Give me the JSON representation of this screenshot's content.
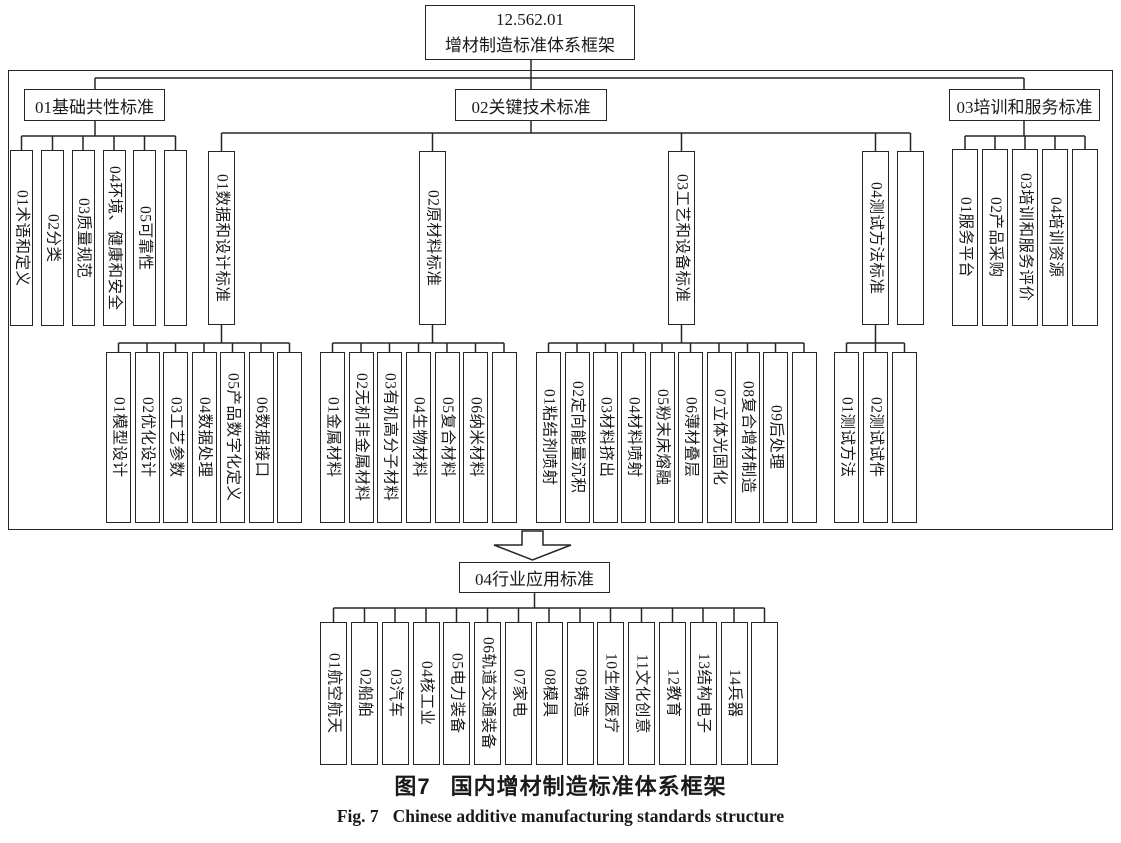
{
  "figure": {
    "root": {
      "code": "12.562.01",
      "title": "增材制造标准体系框架"
    },
    "branches": [
      {
        "label": "01基础共性标准",
        "children": [
          "01术语和定义",
          "02分类",
          "03质量规范",
          "04环境、健康和安全",
          "05可靠性",
          ""
        ]
      },
      {
        "label": "02关键技术标准",
        "groups": [
          {
            "label": "01数据和设计标准",
            "children": [
              "01模型设计",
              "02优化设计",
              "03工艺参数",
              "04数据处理",
              "05产品数字化定义",
              "06数据接口",
              ""
            ]
          },
          {
            "label": "02原材料标准",
            "children": [
              "01金属材料",
              "02无机非金属材料",
              "03有机高分子材料",
              "04生物材料",
              "05复合材料",
              "06纳米材料",
              ""
            ]
          },
          {
            "label": "03工艺和设备标准",
            "children": [
              "01粘结剂喷射",
              "02定向能量沉积",
              "03材料挤出",
              "04材料喷射",
              "05粉末床熔融",
              "06薄材叠层",
              "07立体光固化",
              "08复合增材制造",
              "09后处理",
              ""
            ]
          },
          {
            "label": "04测试方法标准",
            "children": [
              "01测试方法",
              "02测试试件",
              ""
            ]
          },
          {
            "label": "",
            "children": []
          }
        ]
      },
      {
        "label": "03培训和服务标准",
        "children": [
          "01服务平台",
          "02产品采购",
          "03培训和服务评价",
          "04培训资源",
          ""
        ]
      }
    ],
    "application": {
      "label": "04行业应用标准",
      "children": [
        "01航空航天",
        "02船舶",
        "03汽车",
        "04核工业",
        "05电力装备",
        "06轨道交通装备",
        "07家电",
        "08模具",
        "09铸造",
        "10生物医疗",
        "11文化创意",
        "12教育",
        "13结构电子",
        "14兵器",
        ""
      ]
    },
    "caption_zh": {
      "prefix": "图7",
      "text": "国内增材制造标准体系框架"
    },
    "caption_en": {
      "prefix": "Fig. 7",
      "text": "Chinese additive manufacturing standards structure"
    }
  }
}
